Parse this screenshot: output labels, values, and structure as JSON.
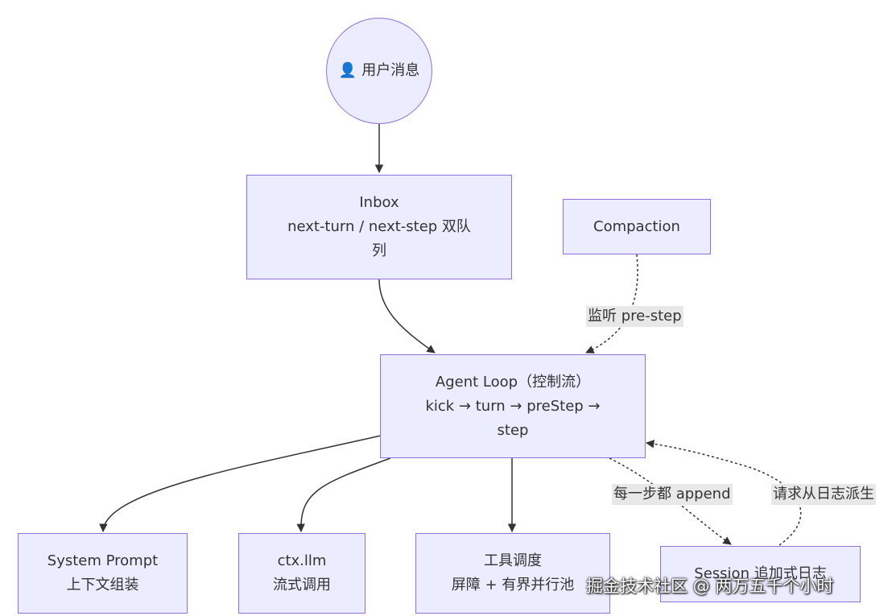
{
  "nodes": {
    "user_message": {
      "icon": "person-icon",
      "text": "用户消息"
    },
    "inbox": {
      "lines": [
        "Inbox",
        "next-turn / next-step 双队",
        "列"
      ]
    },
    "compaction": {
      "lines": [
        "Compaction"
      ]
    },
    "agent_loop": {
      "lines": [
        "Agent Loop（控制流）",
        "kick → turn → preStep →",
        "step"
      ]
    },
    "system_prompt": {
      "lines": [
        "System Prompt",
        "上下文组装"
      ]
    },
    "ctx_llm": {
      "lines": [
        "ctx.llm",
        "流式调用"
      ]
    },
    "tool_dispatch": {
      "lines": [
        "工具调度",
        "屏障 + 有界并行池"
      ]
    },
    "session": {
      "lines": [
        "Session 追加式日志"
      ]
    }
  },
  "edge_labels": {
    "compaction_to_loop": "监听 pre-step",
    "loop_to_session": "每一步都 append",
    "session_to_loop": "请求从日志派生"
  },
  "watermark": "掘金技术社区 @ 两万五千个小时",
  "colors": {
    "node_fill": "#ECECFF",
    "node_stroke": "#9370DB",
    "edge": "#333333",
    "label_bg": "#e8e8e8"
  }
}
